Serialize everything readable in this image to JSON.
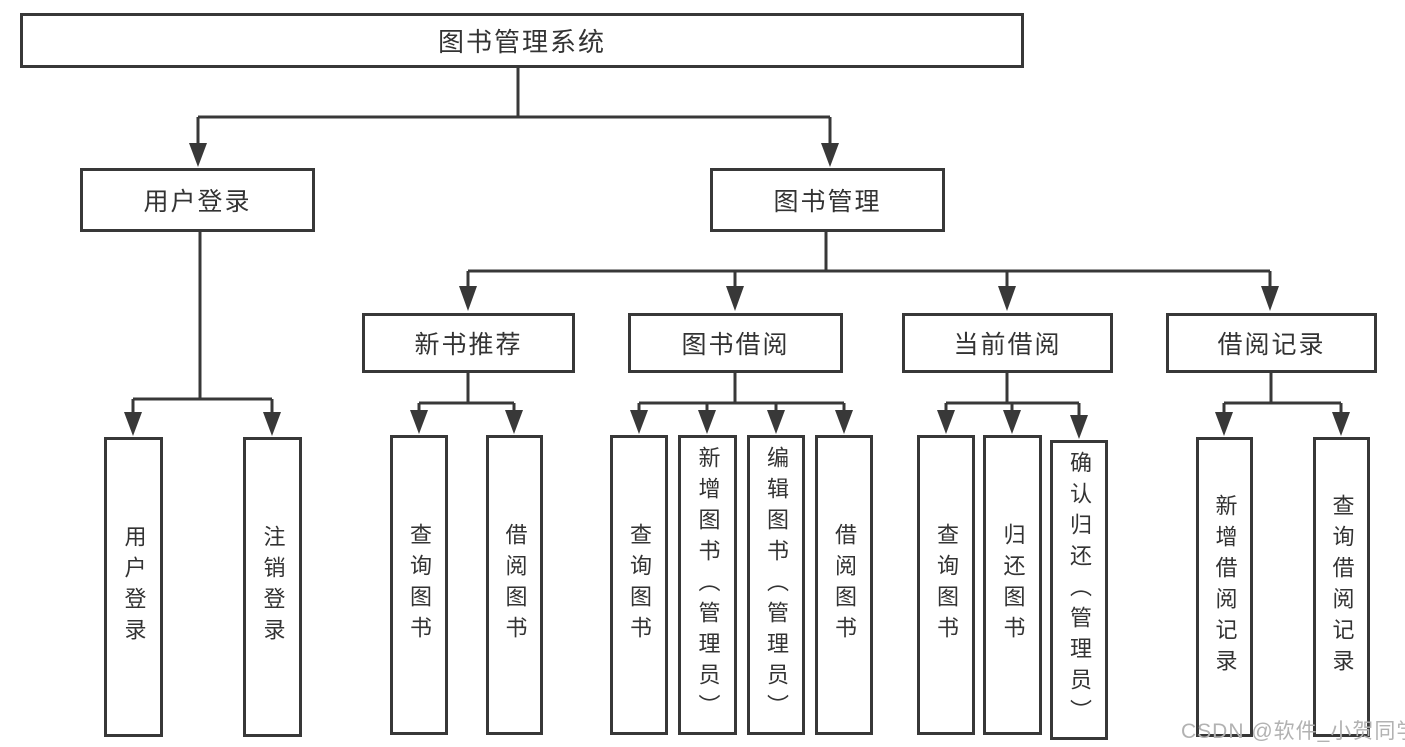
{
  "colors": {
    "line": "#383838",
    "text": "#333333",
    "watermark": "#b2b2b2",
    "background": "#ffffff"
  },
  "watermark": "CSDN @软件_小贺同学",
  "tree": {
    "root": "图书管理系统",
    "user": {
      "label": "用户登录",
      "children": [
        "用户登录",
        "注销登录"
      ]
    },
    "mgmt": {
      "label": "图书管理",
      "sections": [
        {
          "label": "新书推荐",
          "children": [
            "查询图书",
            "借阅图书"
          ]
        },
        {
          "label": "图书借阅",
          "children": [
            "查询图书",
            "新增图书（管理员）",
            "编辑图书（管理员）",
            "借阅图书"
          ]
        },
        {
          "label": "当前借阅",
          "children": [
            "查询图书",
            "归还图书",
            "确认归还（管理员）"
          ]
        },
        {
          "label": "借阅记录",
          "children": [
            "新增借阅记录",
            "查询借阅记录"
          ]
        }
      ]
    }
  }
}
